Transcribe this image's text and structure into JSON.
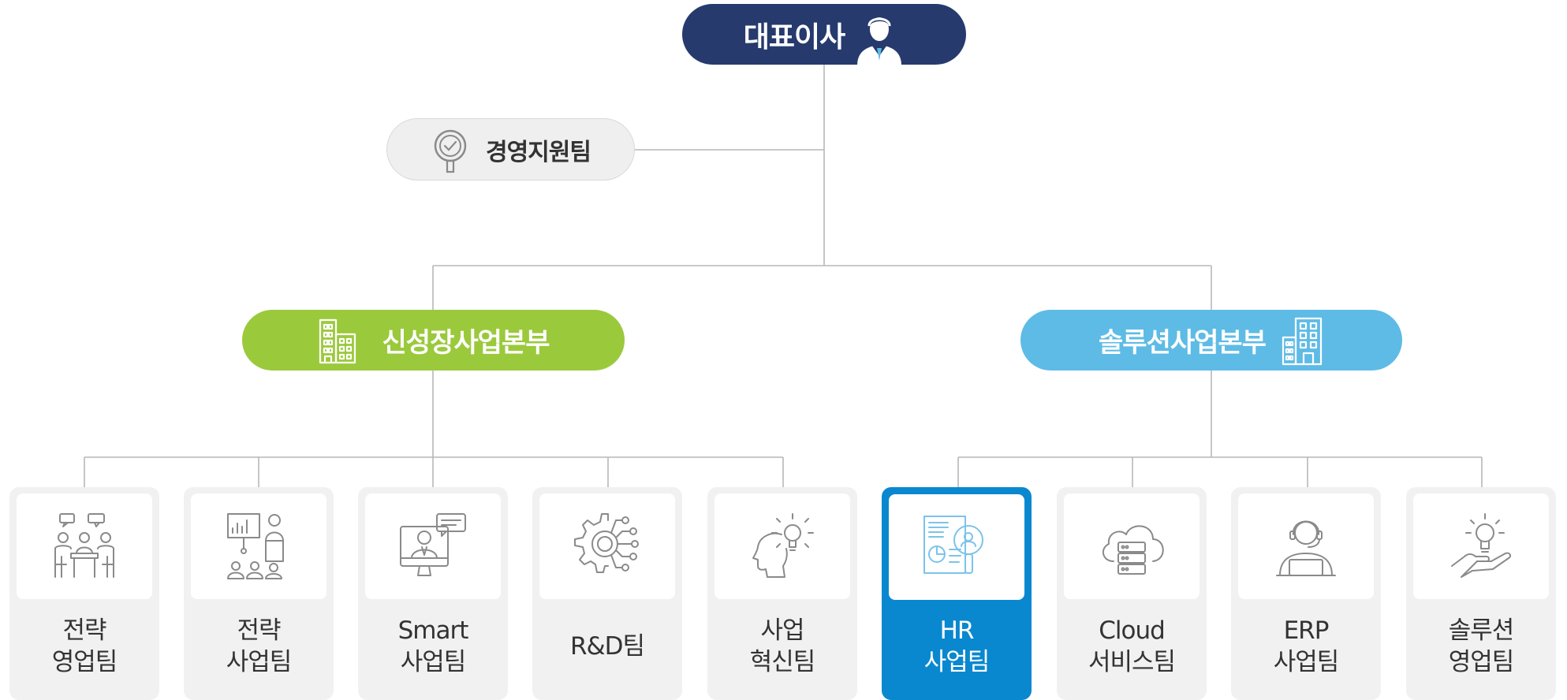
{
  "ceo": {
    "label": "대표이사",
    "icon": "ceo-person-icon"
  },
  "support_team": {
    "label": "경영지원팀",
    "icon": "magnifier-check-icon"
  },
  "divisions": [
    {
      "label": "신성장사업본부",
      "icon": "building-icon",
      "color": "#9bc93c"
    },
    {
      "label": "솔루션사업본부",
      "icon": "building-icon",
      "color": "#5ebbe6"
    }
  ],
  "teams": [
    {
      "line1": "전략",
      "line2": "영업팀",
      "icon": "meeting-people-icon"
    },
    {
      "line1": "전략",
      "line2": "사업팀",
      "icon": "presentation-icon"
    },
    {
      "line1": "Smart",
      "line2": "사업팀",
      "icon": "video-chat-icon"
    },
    {
      "line1": "R&D팀",
      "line2": "",
      "icon": "gear-circuit-icon"
    },
    {
      "line1": "사업",
      "line2": "혁신팀",
      "icon": "head-lightbulb-icon"
    },
    {
      "line1": "HR",
      "line2": "사업팀",
      "icon": "document-search-icon",
      "highlighted": true
    },
    {
      "line1": "Cloud",
      "line2": "서비스팀",
      "icon": "cloud-server-icon"
    },
    {
      "line1": "ERP",
      "line2": "사업팀",
      "icon": "support-agent-icon"
    },
    {
      "line1": "솔루션",
      "line2": "영업팀",
      "icon": "hand-lightbulb-icon"
    }
  ],
  "colors": {
    "ceo": "#263a6e",
    "growth": "#9bc93c",
    "solution": "#5ebbe6",
    "highlight": "#0a88cf",
    "connector": "#b7b7b7"
  }
}
